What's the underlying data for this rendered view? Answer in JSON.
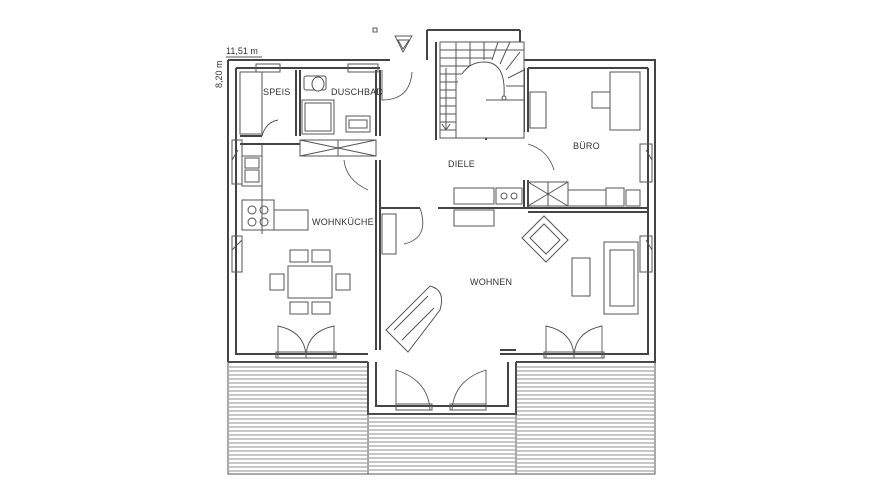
{
  "dimensions": {
    "width": "11,51 m",
    "depth": "8,20 m"
  },
  "rooms": {
    "speis": "SPEIS",
    "duschbad": "DUSCHBAD",
    "buero": "BÜRO",
    "diele": "DIELE",
    "wohnkueche": "WOHNKÜCHE",
    "wohnen": "WOHNEN"
  },
  "colors": {
    "line": "#444444",
    "background": "#ffffff"
  }
}
